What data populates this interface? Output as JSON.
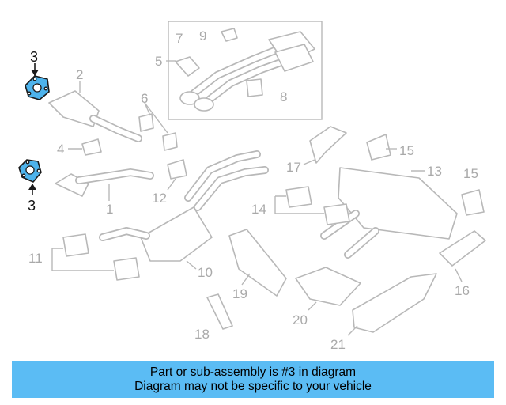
{
  "diagram": {
    "highlighted_part": "3",
    "callouts": [
      "1",
      "2",
      "3",
      "3",
      "4",
      "5",
      "6",
      "7",
      "8",
      "9",
      "10",
      "11",
      "12",
      "13",
      "14",
      "15",
      "15",
      "16",
      "17",
      "18",
      "19",
      "20",
      "21"
    ]
  },
  "banner": {
    "line1": "Part or sub-assembly is #3 in diagram",
    "line2": "Diagram may not be specific to your vehicle"
  },
  "colors": {
    "highlight": "#4db3ec",
    "banner": "#5bbcf4",
    "part_lines": "#b8b8b8",
    "labels": "#a9a9a9"
  }
}
